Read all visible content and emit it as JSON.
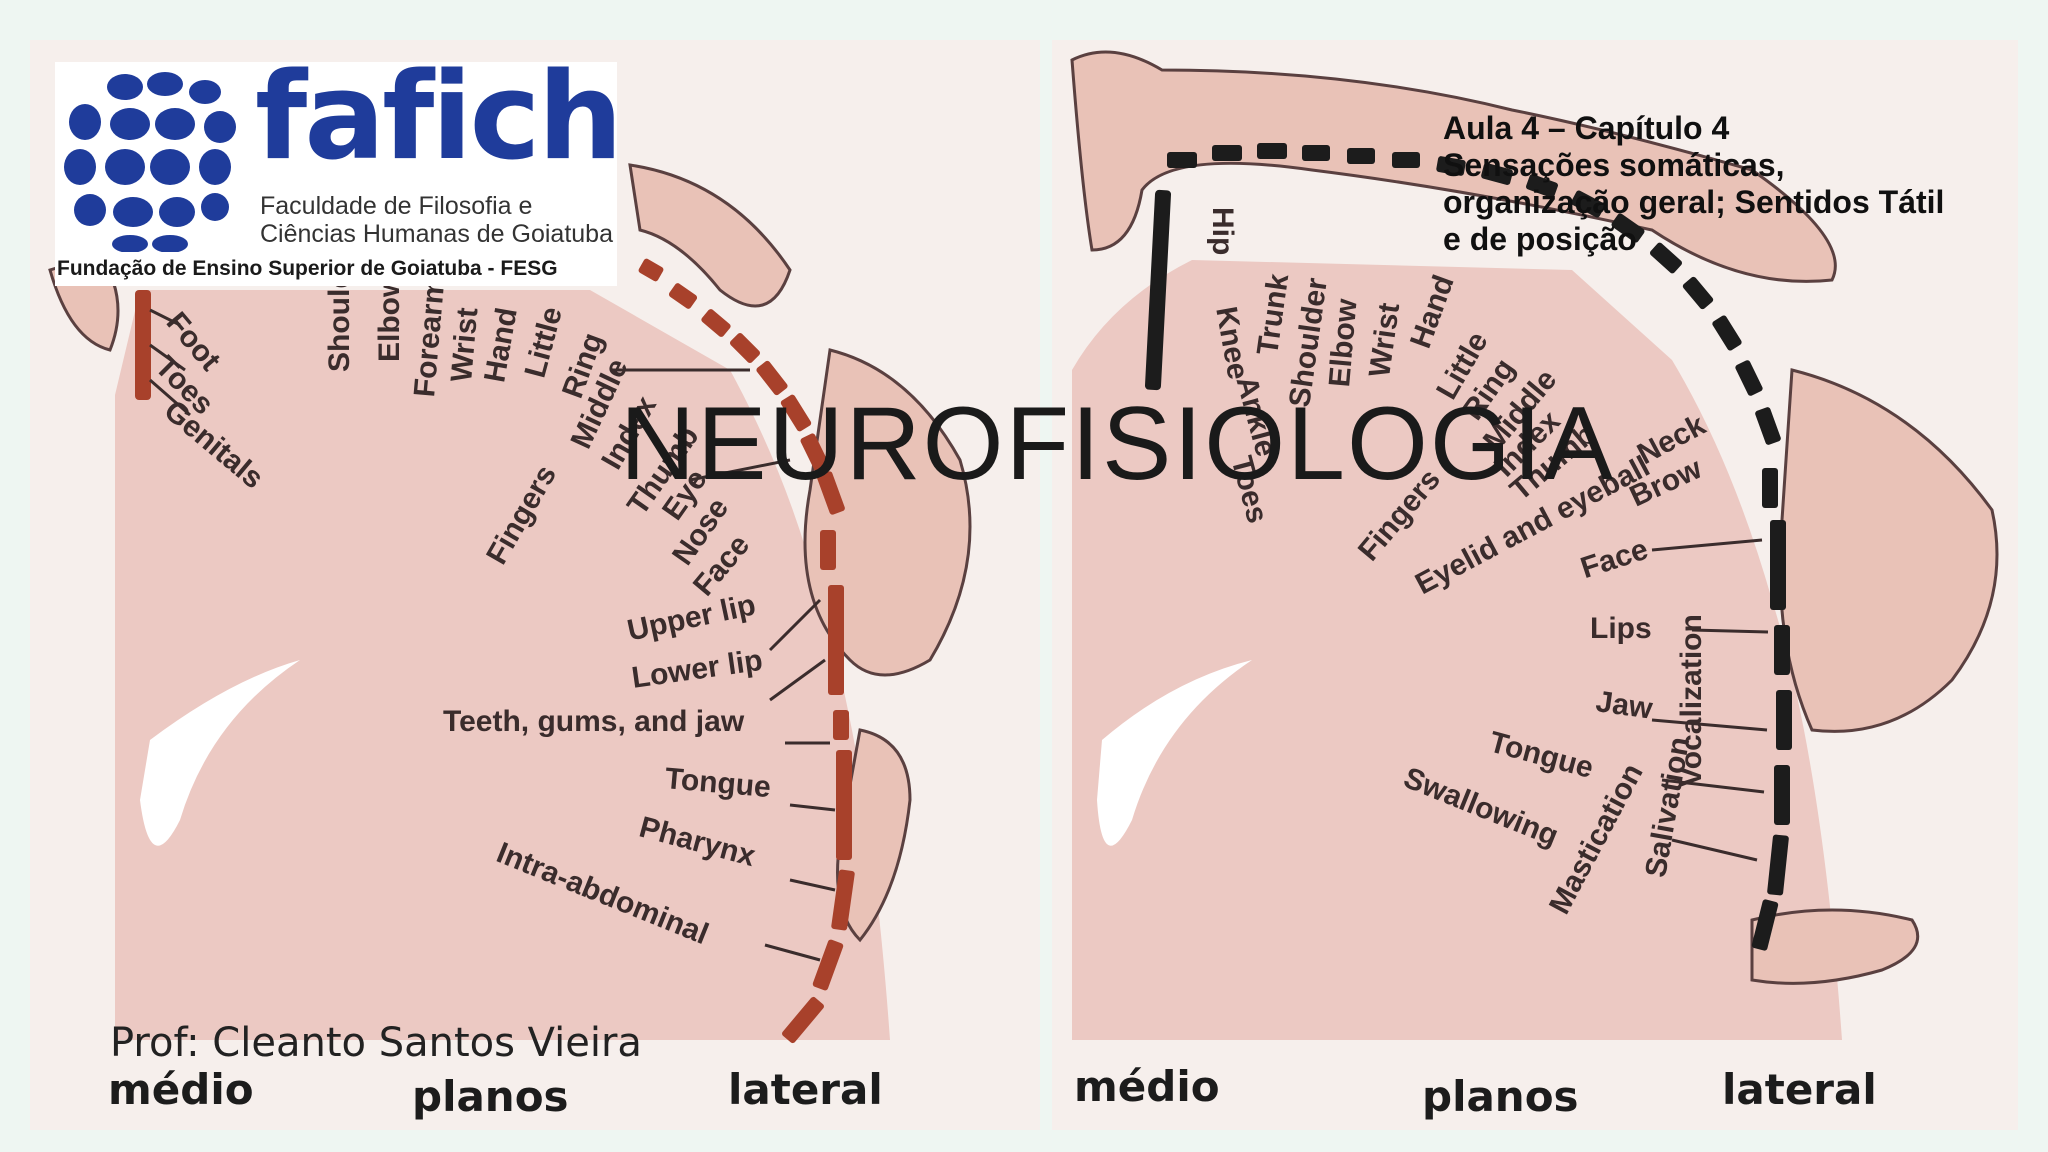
{
  "slide": {
    "title": "NEUROFISIOLOGIA",
    "subtitle_lines": [
      "Aula 4 – Capítulo 4",
      "Sensações somáticas,",
      "organização geral; Sentidos Tátil",
      "e de posição"
    ],
    "author": "Prof: Cleanto Santos Vieira"
  },
  "logo": {
    "name": "fafich",
    "line1": "Faculdade de Filosofia e",
    "line2": "Ciências Humanas de Goiatuba",
    "foundation": "Fundação de Ensino Superior de Goiatuba - FESG",
    "colors": {
      "brand_blue": "#1f3c9b"
    }
  },
  "sensory_homunculus": {
    "labels": [
      "Foot",
      "Toes",
      "Genitals",
      "Shoulder",
      "Elbow",
      "Forearm",
      "Wrist",
      "Hand",
      "Little",
      "Ring",
      "Middle",
      "Index",
      "Thumb",
      "Eye",
      "Nose",
      "Face",
      "Fingers",
      "Upper lip",
      "Lower lip",
      "Teeth, gums, and jaw",
      "Tongue",
      "Pharynx",
      "Intra-abdominal"
    ],
    "bottom": [
      "médio",
      "planos",
      "lateral"
    ],
    "bar_color": "#a8412b"
  },
  "motor_homunculus": {
    "labels": [
      "Hip",
      "Knee",
      "Ankle",
      "Toes",
      "Trunk",
      "Shoulder",
      "Elbow",
      "Wrist",
      "Hand",
      "Little",
      "Ring",
      "Middle",
      "Index",
      "Thumb",
      "Fingers",
      "Neck",
      "Brow",
      "Eyelid and eyeball",
      "Face",
      "Lips",
      "Jaw",
      "Tongue",
      "Swallowing",
      "Vocalization",
      "Salivation",
      "Mastication"
    ],
    "bottom": [
      "médio",
      "planos",
      "lateral"
    ],
    "bar_color": "#1c1c1c"
  }
}
